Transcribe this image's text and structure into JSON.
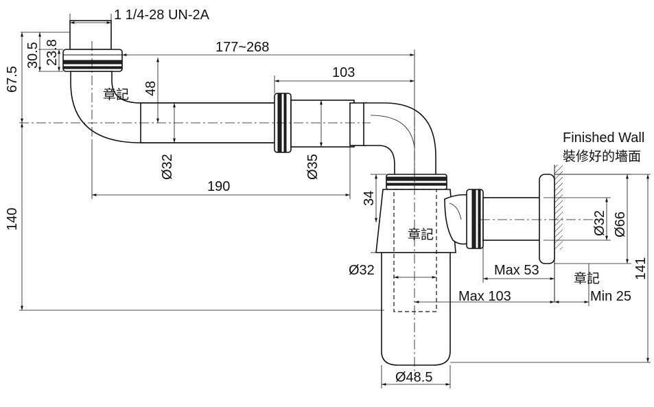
{
  "labels": {
    "thread": "1 1/4-28 UN-2A",
    "d30_5": "30.5",
    "d23_8": "23.8",
    "d67_5": "67.5",
    "d177_268": "177~268",
    "d103": "103",
    "d48": "48",
    "d32_a": "Ø32",
    "d35": "Ø35",
    "d190": "190",
    "d140": "140",
    "d34": "34",
    "d32_b": "Ø32",
    "max53": "Max 53",
    "max103": "Max 103",
    "d48_5": "Ø48.5",
    "d32_c": "Ø32",
    "d66": "Ø66",
    "d141": "141",
    "min25": "Min 25",
    "finished_wall": "Finished Wall",
    "finished_wall_zh": "裝修好的墻面",
    "mark1": "章記",
    "mark2": "章記",
    "mark3": "章記"
  }
}
